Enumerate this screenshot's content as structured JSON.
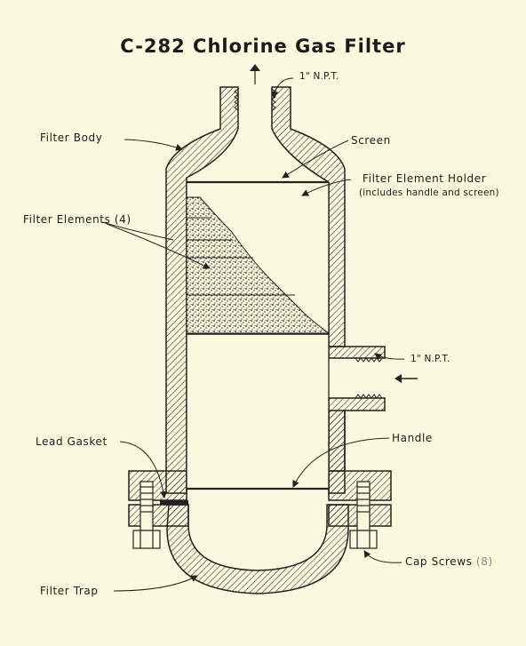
{
  "title": "C-282 Chlorine Gas Filter",
  "labels": {
    "npt_top": "1\" N.P.T.",
    "filter_body": "Filter Body",
    "screen": "Screen",
    "holder_line1": "Filter Element Holder",
    "holder_line2": "(includes handle and screen)",
    "filter_elements": "Filter Elements (4)",
    "npt_side": "1\" N.P.T.",
    "handle": "Handle",
    "lead_gasket": "Lead Gasket",
    "cap_screws": "Cap Screws",
    "cap_screws_count": "(8)",
    "filter_trap": "Filter Trap"
  },
  "colors": {
    "paper": "#fbfadf",
    "ink": "#1a1a1a",
    "count": "#888888"
  }
}
